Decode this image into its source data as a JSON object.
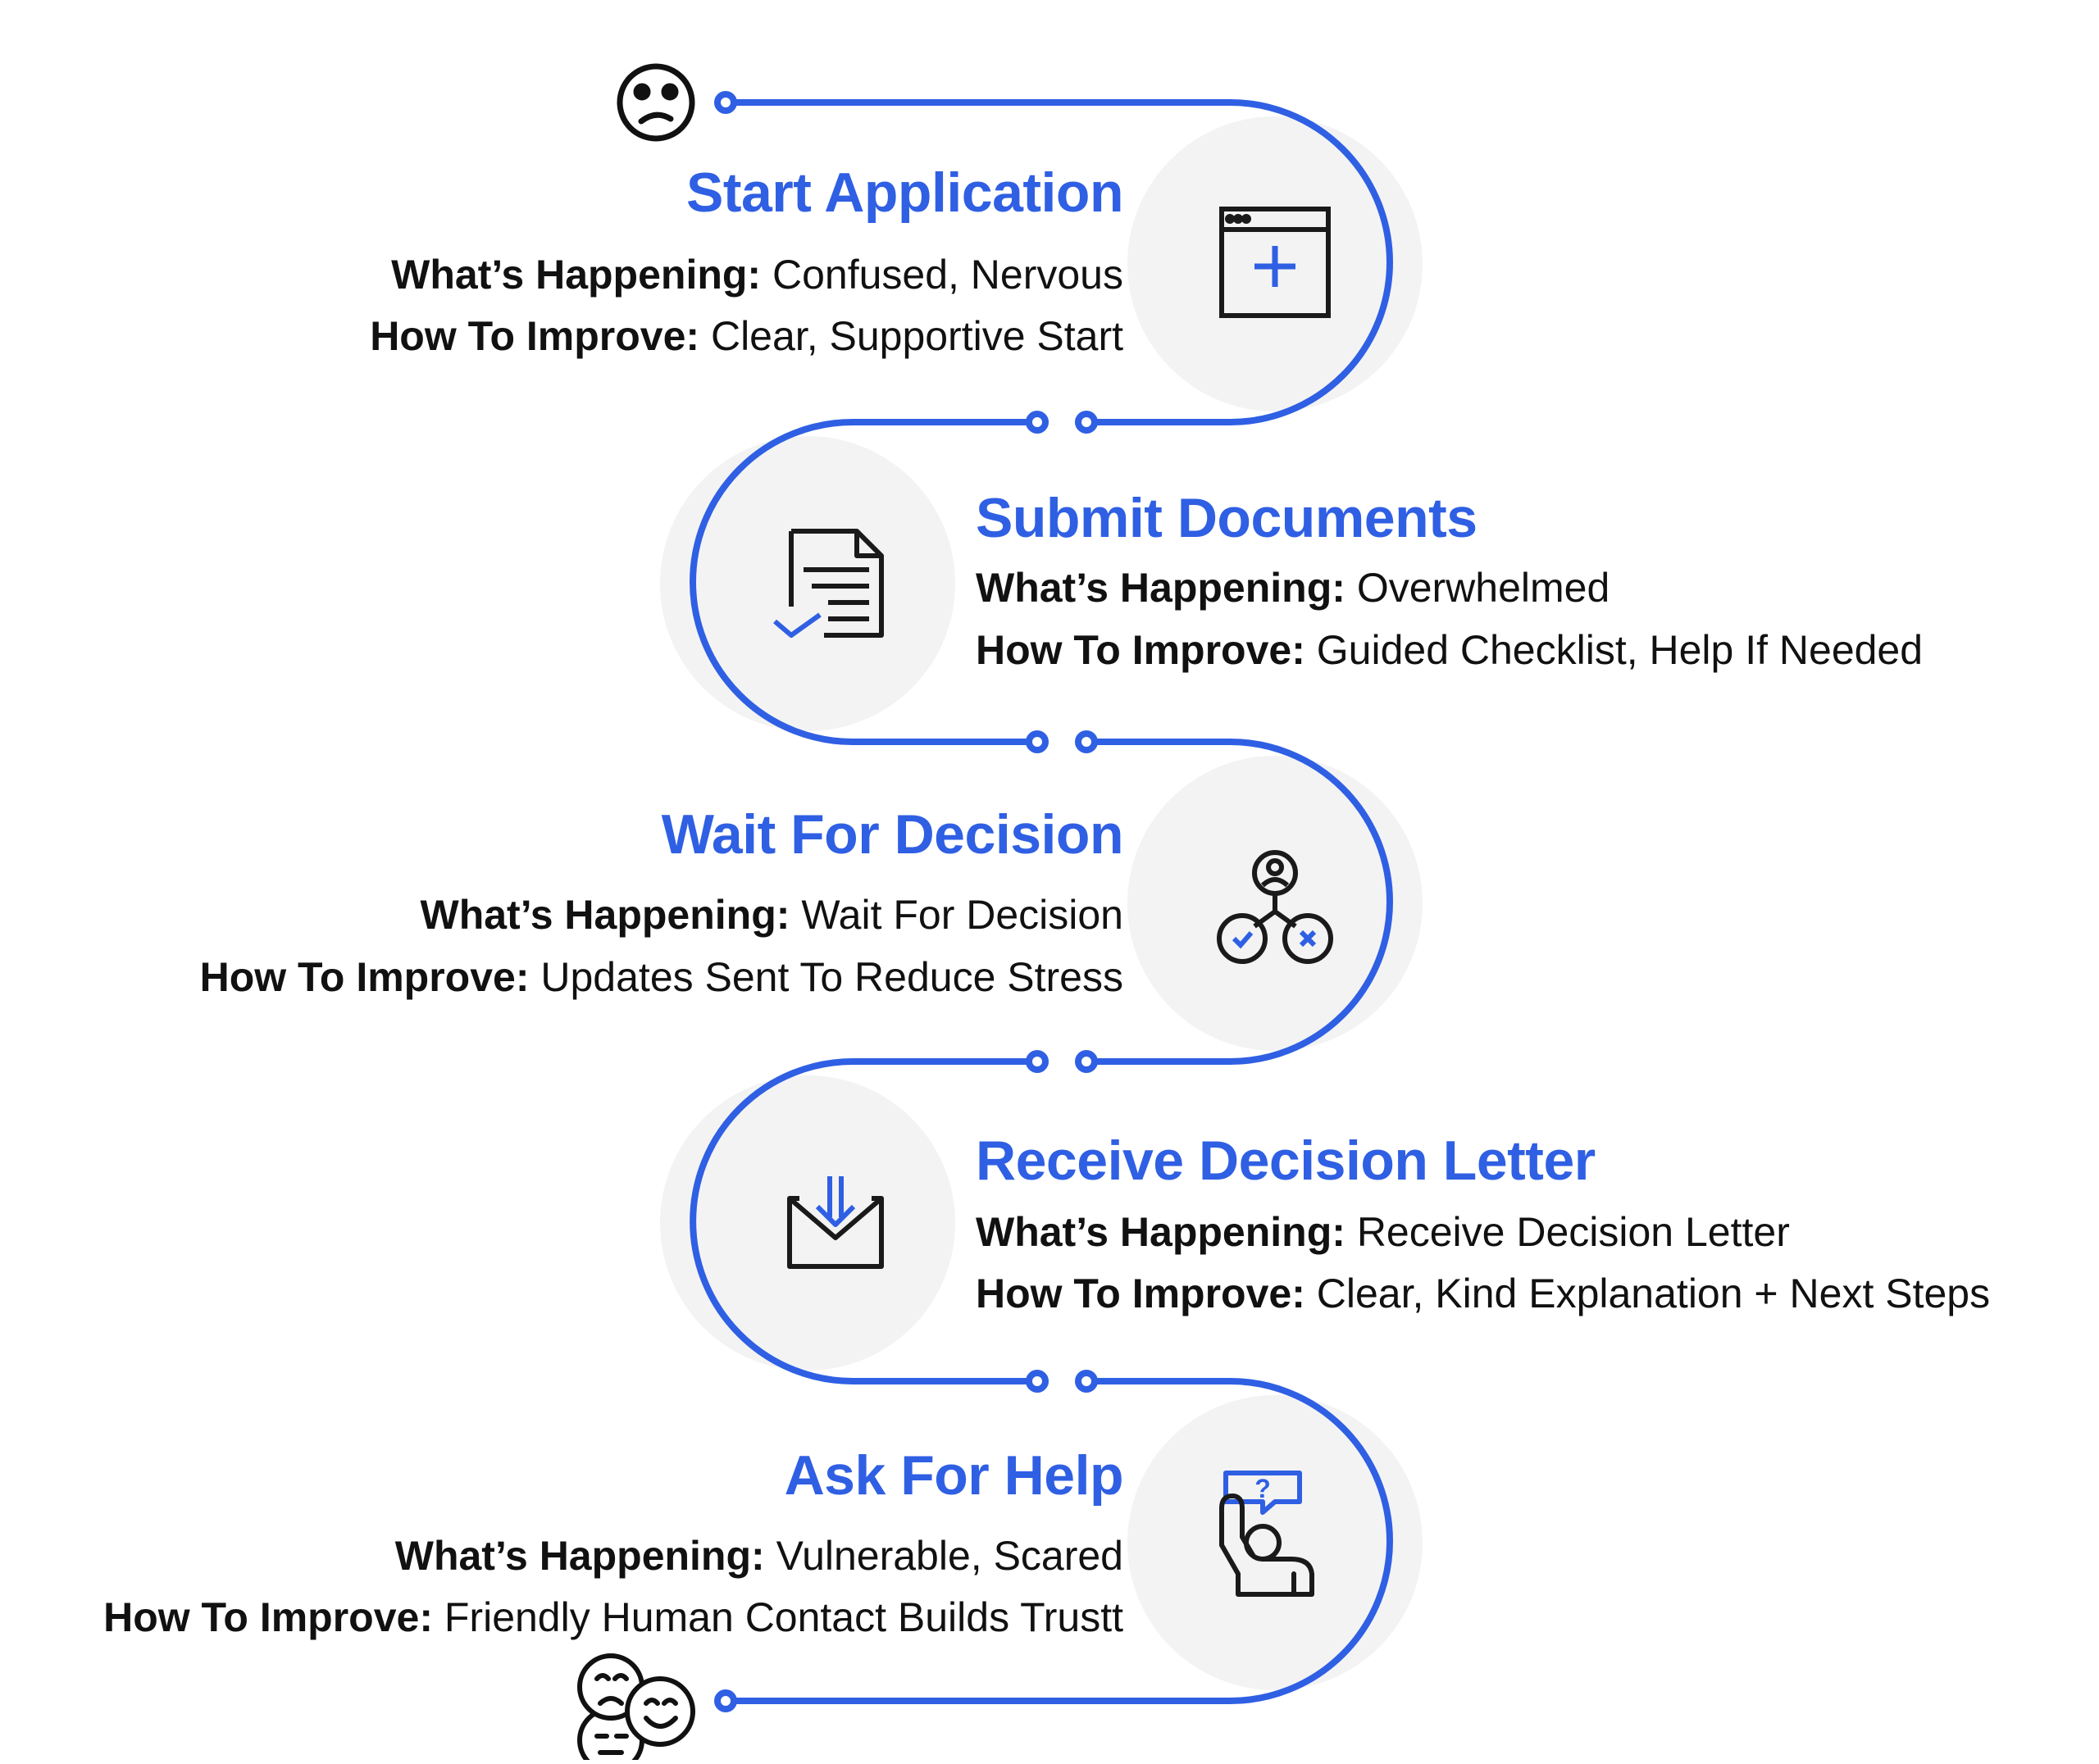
{
  "labels": {
    "happening": "What’s Happening:",
    "improve": "How To Improve:"
  },
  "colors": {
    "accent": "#2f5fe3",
    "text": "#111111",
    "circle_fill": "#f3f3f3",
    "icon_stroke": "#1a1a1a"
  },
  "start_icon": "sad-face-icon",
  "end_icon": "mixed-emotions-faces-icon",
  "steps": [
    {
      "title": "Start Application",
      "happening": "Confused, Nervous",
      "improve": "Clear, Supportive Start",
      "icon": "browser-window-plus-icon"
    },
    {
      "title": "Submit Documents",
      "happening": "Overwhelmed",
      "improve": "Guided Checklist, Help If Needed",
      "icon": "document-check-icon"
    },
    {
      "title": "Wait For Decision",
      "happening": "Wait For Decision",
      "improve": "Updates Sent To Reduce Stress",
      "icon": "decision-tree-icon"
    },
    {
      "title": "Receive Decision Letter",
      "happening": "Receive Decision Letter",
      "improve": "Clear, Kind Explanation + Next Steps",
      "icon": "envelope-download-icon"
    },
    {
      "title": "Ask For Help",
      "happening": "Vulnerable, Scared",
      "improve": "Friendly Human Contact Builds Trustt",
      "icon": "raised-hand-question-icon"
    }
  ]
}
